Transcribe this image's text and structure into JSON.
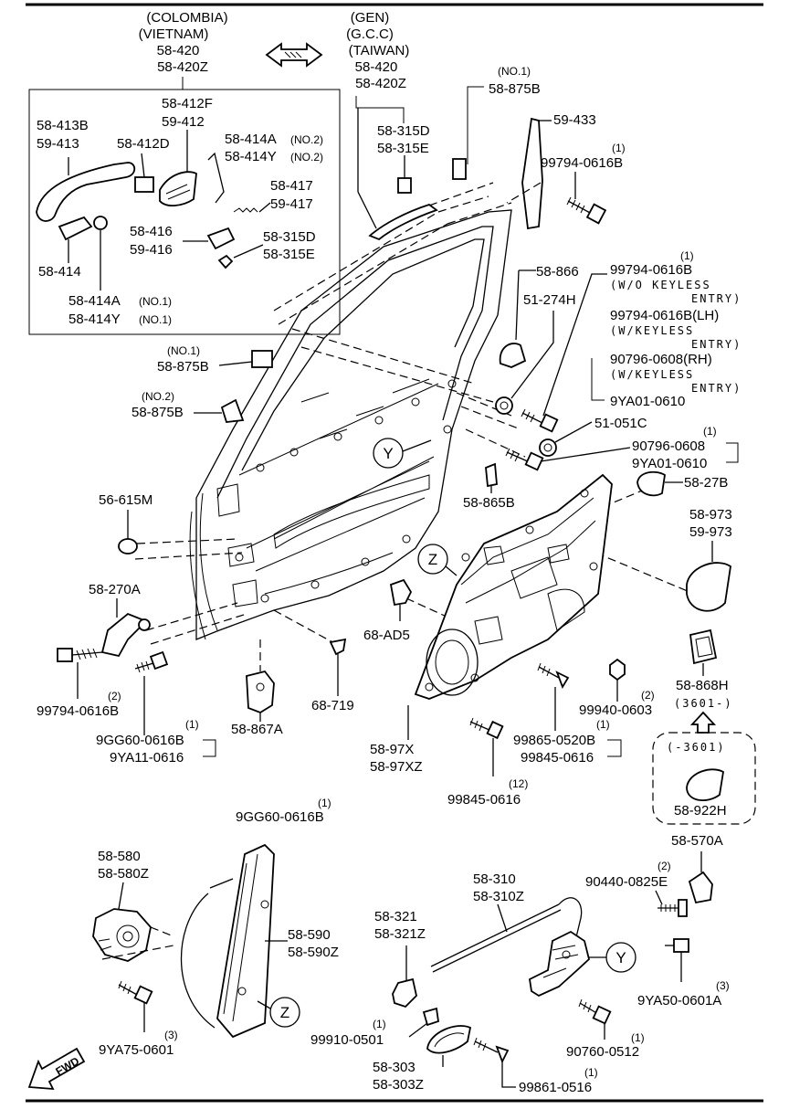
{
  "title_left": [
    "(COLOMBIA)",
    "(VIETNAM)",
    "58-420",
    "58-420Z"
  ],
  "title_right": [
    "(GEN)",
    "(G.C.C)",
    "(TAIWAN)",
    "58-420",
    "58-420Z"
  ],
  "labels": {
    "p_58_413B": "58-413B",
    "p_59_413": "59-413",
    "p_58_412D": "58-412D",
    "p_58_412F": "58-412F",
    "p_59_412": "59-412",
    "p_58_414A_no2": "58-414A",
    "p_58_414Y_no2": "58-414Y",
    "no2": "(NO.2)",
    "p_58_417": "58-417",
    "p_59_417": "59-417",
    "p_58_416": "58-416",
    "p_59_416": "59-416",
    "p_58_315D_a": "58-315D",
    "p_58_315E_a": "58-315E",
    "p_58_414": "58-414",
    "p_58_414A_no1": "58-414A",
    "p_58_414Y_no1": "58-414Y",
    "no1": "(NO.1)",
    "p_58_315D_b": "58-315D",
    "p_58_315E_b": "58-315E",
    "p_58_875B_top": "58-875B",
    "p_59_433": "59-433",
    "qty1": "(1)",
    "qty2": "(2)",
    "qty3": "(3)",
    "qty12": "(12)",
    "p_99794_0616B_a": "99794-0616B",
    "p_58_866": "58-866",
    "p_51_274H": "51-274H",
    "p_99794_0616B_b": "99794-0616B",
    "wo_keyless": "(W/O  KEYLESS",
    "entry": "ENTRY)",
    "p_99794_0616B_lh": "99794-0616B(LH)",
    "w_keyless": "(W/KEYLESS",
    "p_90796_0608_rh": "90796-0608(RH)",
    "p_9YA01_0610_a": "9YA01-0610",
    "p_51_051C": "51-051C",
    "p_90796_0608": "90796-0608",
    "p_9YA01_0610_b": "9YA01-0610",
    "p_58_27B": "58-27B",
    "p_58_875B_no1": "58-875B",
    "p_58_875B_no2": "58-875B",
    "callout_y": "Y",
    "callout_z": "Z",
    "p_58_865B": "58-865B",
    "p_56_615M": "56-615M",
    "p_58_973": "58-973",
    "p_59_973": "59-973",
    "p_58_270A": "58-270A",
    "p_68_AD5": "68-AD5",
    "p_58_868H": "58-868H",
    "code_3601_a": "(3601-)",
    "p_99794_0616B_c": "99794-0616B",
    "p_99940_0603": "99940-0603",
    "p_9GG60_0616B_a": "9GG60-0616B",
    "p_9YA11_0616": "9YA11-0616",
    "p_58_867A": "58-867A",
    "p_68_719": "68-719",
    "p_58_97X": "58-97X",
    "p_58_97XZ": "58-97XZ",
    "p_99865_0520B": "99865-0520B",
    "p_99845_0616_a": "99845-0616",
    "code_3601_b": "(-3601)",
    "p_58_922H": "58-922H",
    "p_99845_0616_b": "99845-0616",
    "p_9GG60_0616B_b": "9GG60-0616B",
    "p_58_570A": "58-570A",
    "p_58_580": "58-580",
    "p_58_580Z": "58-580Z",
    "p_58_310": "58-310",
    "p_58_310Z": "58-310Z",
    "p_90440_0825E": "90440-0825E",
    "p_58_590": "58-590",
    "p_58_590Z": "58-590Z",
    "p_58_321": "58-321",
    "p_58_321Z": "58-321Z",
    "p_9YA50_0601A": "9YA50-0601A",
    "p_9YA75_0601": "9YA75-0601",
    "p_99910_0501": "99910-0501",
    "p_90760_0512": "90760-0512",
    "p_58_303": "58-303",
    "p_58_303Z": "58-303Z",
    "p_99861_0516": "99861-0516",
    "fwd": "FWD"
  }
}
